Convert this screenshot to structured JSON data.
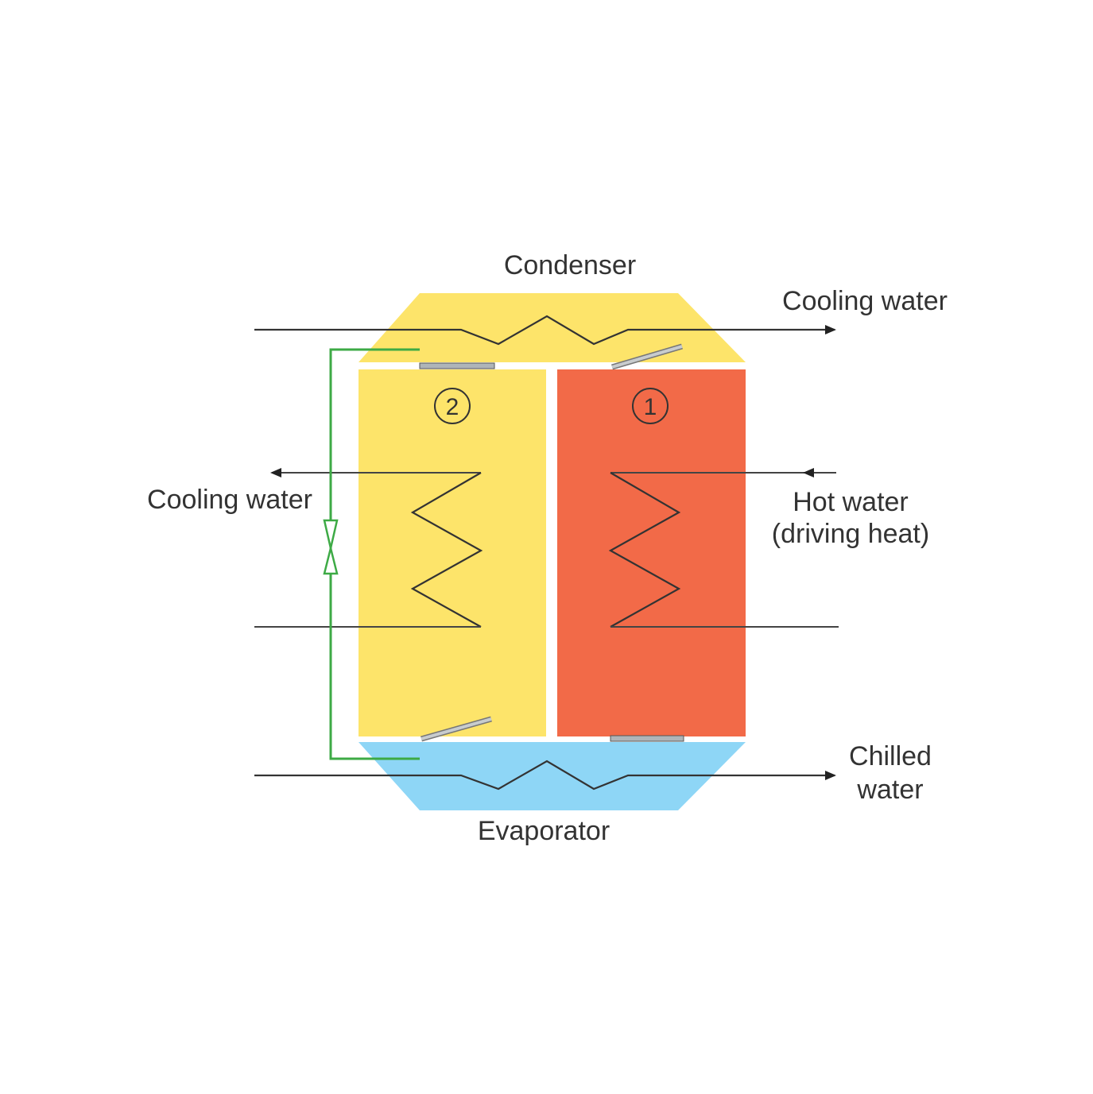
{
  "labels": {
    "condenser": "Condenser",
    "cooling_water_top": "Cooling water",
    "cooling_water_left": "Cooling water",
    "hot_water_line1": "Hot water",
    "hot_water_line2": "(driving heat)",
    "chilled_line1": "Chilled",
    "chilled_line2": "water",
    "evaporator": "Evaporator",
    "bed1_number": "1",
    "bed2_number": "2"
  },
  "colors": {
    "condenser": "#FDE46A",
    "bed2_adsorber": "#FDE46A",
    "bed1_desorber": "#F26A48",
    "evaporator": "#8ED6F6",
    "refrigerant_line": "#3DAA45",
    "valve_plate": "#AEB4B8"
  }
}
